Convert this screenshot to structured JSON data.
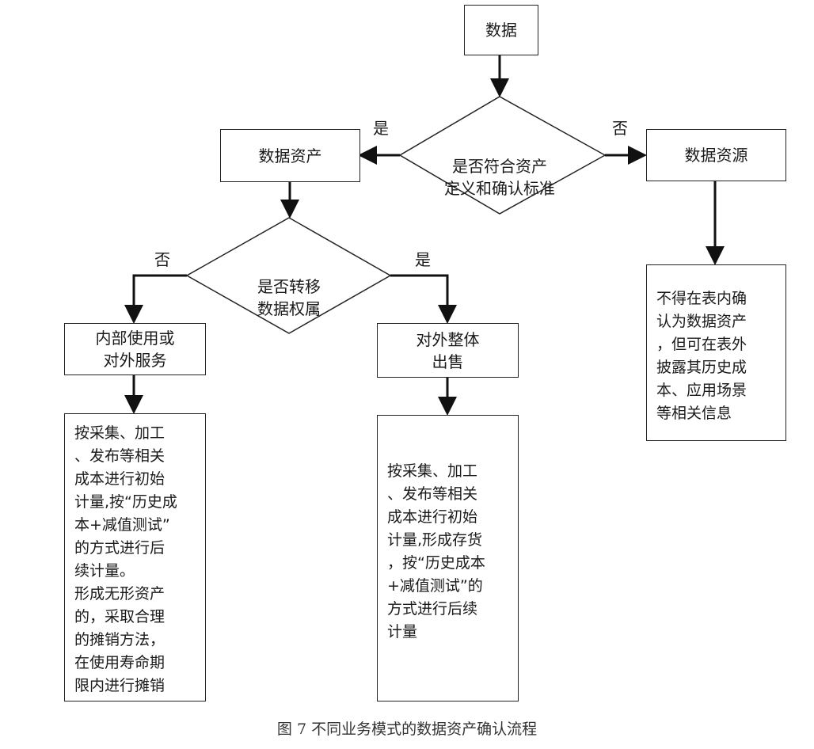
{
  "nodes": {
    "data": "数据",
    "data_asset": "数据资产",
    "data_resource": "数据资源",
    "internal_use": "内部使用或\n对外服务",
    "external_sale": "对外整体\n出售"
  },
  "decisions": {
    "asset_criteria": "是否符合资产\n定义和确认标准",
    "transfer_ownership": "是否转移\n数据权属"
  },
  "edge_labels": {
    "asset_yes": "是",
    "asset_no": "否",
    "transfer_no": "否",
    "transfer_yes": "是"
  },
  "notes": {
    "internal_note": "按采集、加工\n、发布等相关\n成本进行初始\n计量,按“历史成\n本+减值测试”\n的方式进行后\n续计量。\n形成无形资产\n的，采取合理\n的摊销方法，\n在使用寿命期\n限内进行摊销",
    "sale_note": "按采集、加工\n、发布等相关\n成本进行初始\n计量,形成存货\n，按“历史成本\n+减值测试”的\n方式进行后续\n计量",
    "resource_note": "不得在表内确\n认为数据资产\n，但可在表外\n披露其历史成\n本、应用场景\n等相关信息"
  },
  "caption": "图 7  不同业务模式的数据资产确认流程"
}
